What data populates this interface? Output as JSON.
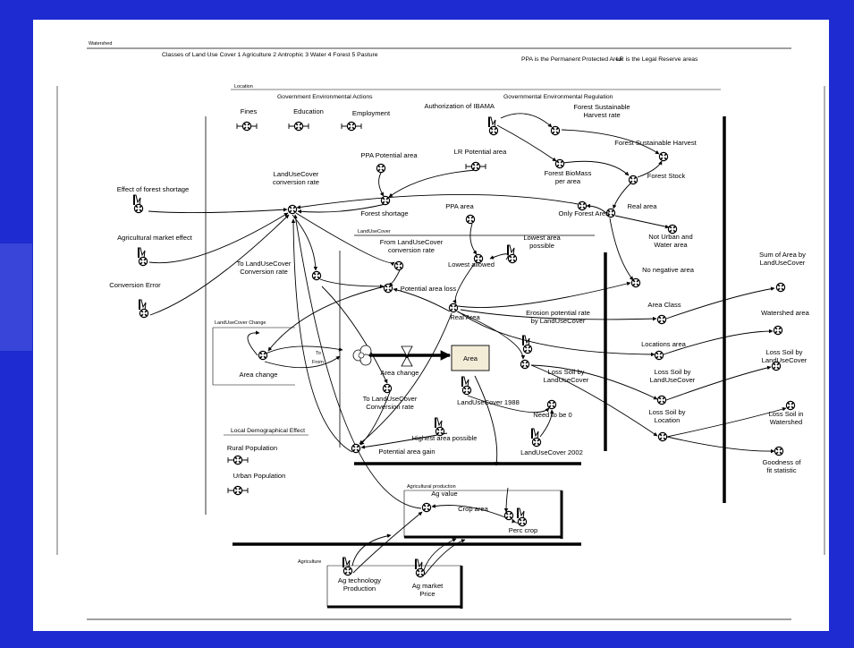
{
  "sector_labels": {
    "watershed": "Watershed",
    "location": "Location",
    "landusecover": "LandUseCover",
    "landusecover_change": "LandUseCover Change",
    "agricultural_production": "Agricultural production",
    "agriculture": "Agriculture"
  },
  "header_notes": {
    "classes": "Classes of Land Use Cover 1 Agriculture 2 Antrophic 3 Water 4 Forest 5 Pasture",
    "ppa": "PPA is the Permanent Protected Area",
    "lr": "LR is the Legal Reserve areas"
  },
  "group_titles": {
    "gov_actions": "Government Environmental Actions",
    "gov_regulation": "Governmental Environmental Regulation",
    "demographic": "Local Demographical Effect"
  },
  "stock": {
    "area": "Area"
  },
  "flow": {
    "area_change": "Area change"
  },
  "connector_tags": {
    "to": "To",
    "from": "From"
  },
  "variables": {
    "fines": "Fines",
    "education": "Education",
    "employment": "Employment",
    "authorization_ibama": "Authorization of IBAMA",
    "forest_sustainable_harvest_rate": [
      "Forest Sustainable",
      "Harvest rate"
    ],
    "forest_sustainable_harvest": "Forest Sustainable Harvest",
    "forest_stock": "Forest Stock",
    "forest_biomass": [
      "Forest BioMass",
      "per area"
    ],
    "ppa_potential_area": "PPA Potential area",
    "lr_potential_area": "LR Potential area",
    "luc_conversion_rate": [
      "LandUseCover",
      "conversion rate"
    ],
    "forest_shortage": "Forest shortage",
    "only_forest_area": "Only Forest Area",
    "real_area": "Real area",
    "not_urban_water": [
      "Not Urban and",
      "Water area"
    ],
    "effect_forest_shortage": "Effect of forest shortage",
    "agricultural_market_effect": "Agricultural market effect",
    "conversion_error": "Conversion Error",
    "ppa_area": "PPA area",
    "lowest_area_possible": [
      "Lowest area",
      "possible"
    ],
    "lowest_allowed": "Lowest allowed",
    "from_luc_conversion_rate": [
      "From LandUseCover",
      "conversion rate"
    ],
    "to_luc_conversion_rate_a": [
      "To LandUseCover",
      "Conversion rate"
    ],
    "potential_area_loss": "Potential area loss",
    "no_negative_area": "No negative area",
    "real_area_2": "Real Area",
    "erosion_potential_rate": [
      "Erosion potential rate",
      "by LandUseCover"
    ],
    "area_class": "Area Class",
    "locations_area": "Locations area",
    "sum_area_luc": [
      "Sum of Area by",
      "LandUseCover"
    ],
    "watershed_area": "Watershed area",
    "area_change_conv": "Area change",
    "to_luc_conversion_rate_b": [
      "To LandUseCover",
      "Conversion rate"
    ],
    "landusecover_1988": "LandUseCover 1988",
    "loss_soil_by_luc": [
      "Loss Soil by",
      "LandUseCover"
    ],
    "need_to_be_0": "Need to be 0",
    "landusecover_2002": "LandUseCover 2002",
    "loss_soil_by_luc_2": [
      "Loss Soil by",
      "LandUseCover"
    ],
    "loss_soil_by_location": [
      "Loss Soil by",
      "Location"
    ],
    "loss_soil_luc_right": [
      "Loss Soil by",
      "LandUseCover"
    ],
    "loss_soil_watershed": [
      "Loss Soil in",
      "Watershed"
    ],
    "goodness_of_fit": [
      "Goodness of",
      "fit statistic"
    ],
    "highest_area_possible": "Highest area possible",
    "potential_area_gain": "Potential area gain",
    "rural_population": "Rural Population",
    "urban_population": "Urban Population",
    "ag_value": "Ag value",
    "crop_area": "Crop area",
    "perc_crop": "Perc crop",
    "ag_technology_production": [
      "Ag technology",
      "Production"
    ],
    "ag_market_price": [
      "Ag market",
      "Price"
    ]
  }
}
